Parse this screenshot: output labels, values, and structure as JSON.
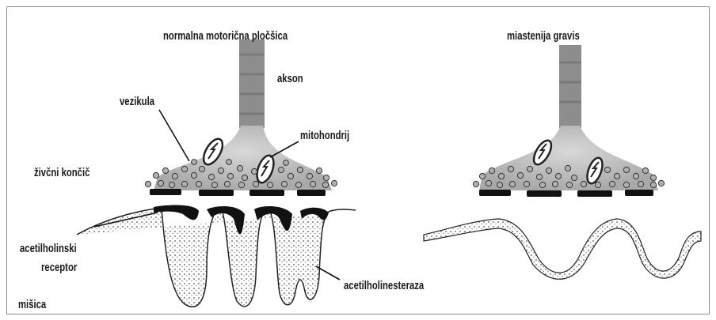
{
  "left_title": "normalna motorična pločšica",
  "right_title": "miastenija gravis",
  "labels": {
    "akson": "akson",
    "vezikula": "vezikula",
    "mitohondrij": "mitohondrij",
    "zivcni_koncic": "živčni končič",
    "acetilholinski": "acetilholinski",
    "receptor": "receptor",
    "acetilholinesteraza": "acetilholinesteraza",
    "misica": "mišica"
  }
}
